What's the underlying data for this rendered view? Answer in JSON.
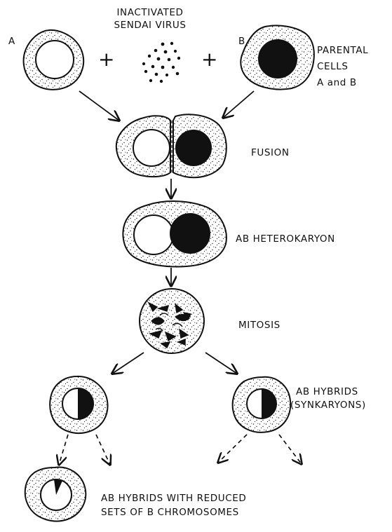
{
  "diagram": {
    "labels": {
      "virus_line1": "INACTIVATED",
      "virus_line2": "SENDAI VIRUS",
      "cell_a": "A",
      "cell_b": "B",
      "parental_line1": "PARENTAL",
      "parental_line2": "CELLS",
      "parental_line3": "A and B",
      "fusion": "FUSION",
      "heterokaryon": "AB HETEROKARYON",
      "mitosis": "MITOSIS",
      "hybrids_line1": "AB HYBRIDS",
      "hybrids_line2": "(SYNKARYONS)",
      "reduced_line1": "AB HYBRIDS WITH REDUCED",
      "reduced_line2": "SETS OF B CHROMOSOMES",
      "plus_1": "+",
      "plus_2": "+"
    },
    "colors": {
      "ink": "#111111",
      "cytoplasm": "#ffffff",
      "stipple": "#222222"
    }
  }
}
